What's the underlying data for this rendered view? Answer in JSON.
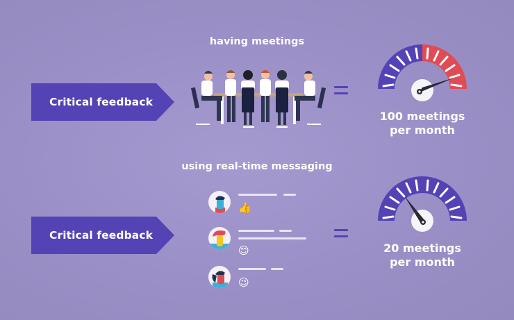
{
  "colors": {
    "background": "#9a8fc6",
    "accent_purple": "#5443b4",
    "gauge_red": "#e04b55",
    "needle": "#2a2a33"
  },
  "top_row": {
    "tag_label": "Critical feedback",
    "heading": "having meetings",
    "illustration": "meeting-table-people-illustration",
    "equals": "=",
    "gauge": {
      "level": "high",
      "caption_line1": "100 meetings",
      "caption_line2": "per month"
    }
  },
  "bottom_row": {
    "tag_label": "Critical feedback",
    "heading": "using real-time messaging",
    "messages": [
      {
        "avatar": "man-avatar",
        "emoji": "👍",
        "emoji_name": "thumbs-up-icon"
      },
      {
        "avatar": "red-hair-avatar",
        "emoji": "😊",
        "emoji_name": "smiling-face-icon"
      },
      {
        "avatar": "ponytail-avatar",
        "emoji": "😉",
        "emoji_name": "winking-face-icon"
      }
    ],
    "equals": "=",
    "gauge": {
      "level": "low",
      "caption_line1": "20 meetings",
      "caption_line2": "per month"
    }
  }
}
